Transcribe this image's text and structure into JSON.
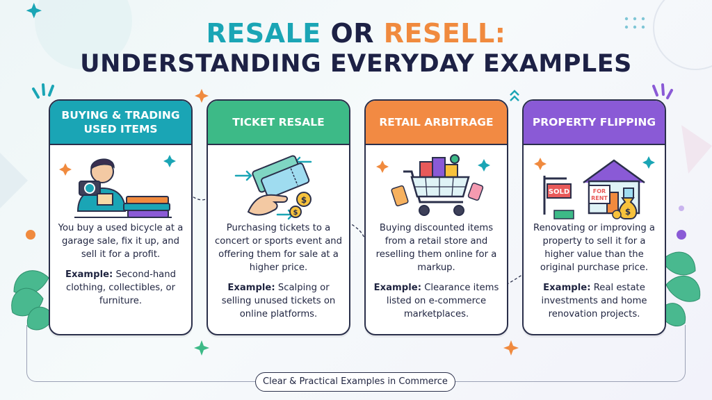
{
  "title": {
    "word1": "RESALE",
    "word_or": "OR",
    "word2": "RESELL:",
    "line2": "UNDERSTANDING EVERYDAY EXAMPLES"
  },
  "colors": {
    "teal": "#1aa5b5",
    "green": "#3dba87",
    "orange": "#f28a43",
    "purple": "#8a5ad6",
    "navy": "#1d2145"
  },
  "cards": [
    {
      "heading": "BUYING & TRADING USED ITEMS",
      "icon": "camera-person-books-icon",
      "description": "You buy a used bicycle at a garage sale, fix it up, and sell it for a profit.",
      "example_label": "Example:",
      "example_text": "Second-hand clothing, collectibles, or furniture."
    },
    {
      "heading": "TICKET RESALE",
      "icon": "ticket-hand-icon",
      "description": "Purchasing tickets to a concert or sports event and offering them for sale at a higher price.",
      "example_label": "Example:",
      "example_text": "Scalping or selling unused tickets on online platforms."
    },
    {
      "heading": "RETAIL ARBITRAGE",
      "icon": "shopping-cart-icon",
      "description": "Buying discounted items from a retail store and reselling them online for a markup.",
      "example_label": "Example:",
      "example_text": "Clearance items listed on e-commerce marketplaces."
    },
    {
      "heading": "PROPERTY FLIPPING",
      "icon": "house-sold-sign-icon",
      "description": "Renovating or improving a property to sell it for a higher value than the original purchase price.",
      "example_label": "Example:",
      "example_text": "Real estate investments and home renovation projects.",
      "sign_sold": "SOLD",
      "sign_rent_line1": "FOR",
      "sign_rent_line2": "RENT"
    }
  ],
  "footer": {
    "label": "Clear & Practical Examples in Commerce"
  }
}
